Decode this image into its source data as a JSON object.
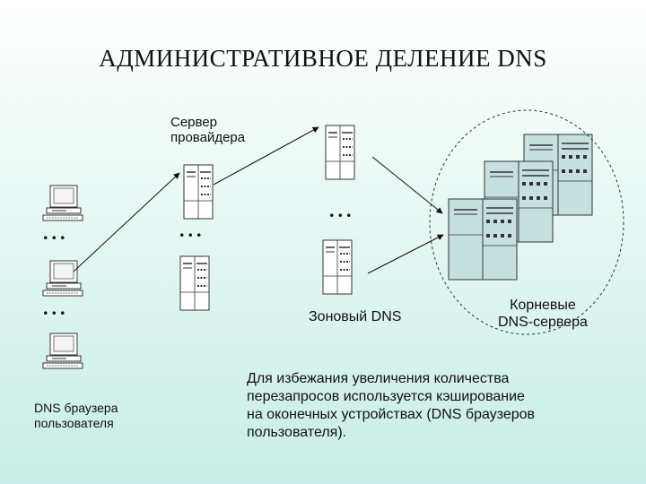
{
  "title": "АДМИНИСТРАТИВНОЕ ДЕЛЕНИЕ DNS",
  "labels": {
    "provider_server_line1": "Сервер",
    "provider_server_line2": "провайдера",
    "zone_dns": "Зоновый DNS",
    "root_line1": "Корневые",
    "root_line2": "DNS-сервера",
    "browser_line1": "DNS браузера",
    "browser_line2": "пользователя",
    "note_line1": "Для избежания увеличения количества",
    "note_line2": "перезапросов используется кэширование",
    "note_line3": "на оконечных устройствах (DNS браузеров",
    "note_line4": "пользователя)."
  },
  "ellipsis": "...",
  "colors": {
    "server_fill": "#ffffff",
    "root_server_fill": "#c6e0e0",
    "stroke": "#333333",
    "arrow": "#111111"
  }
}
